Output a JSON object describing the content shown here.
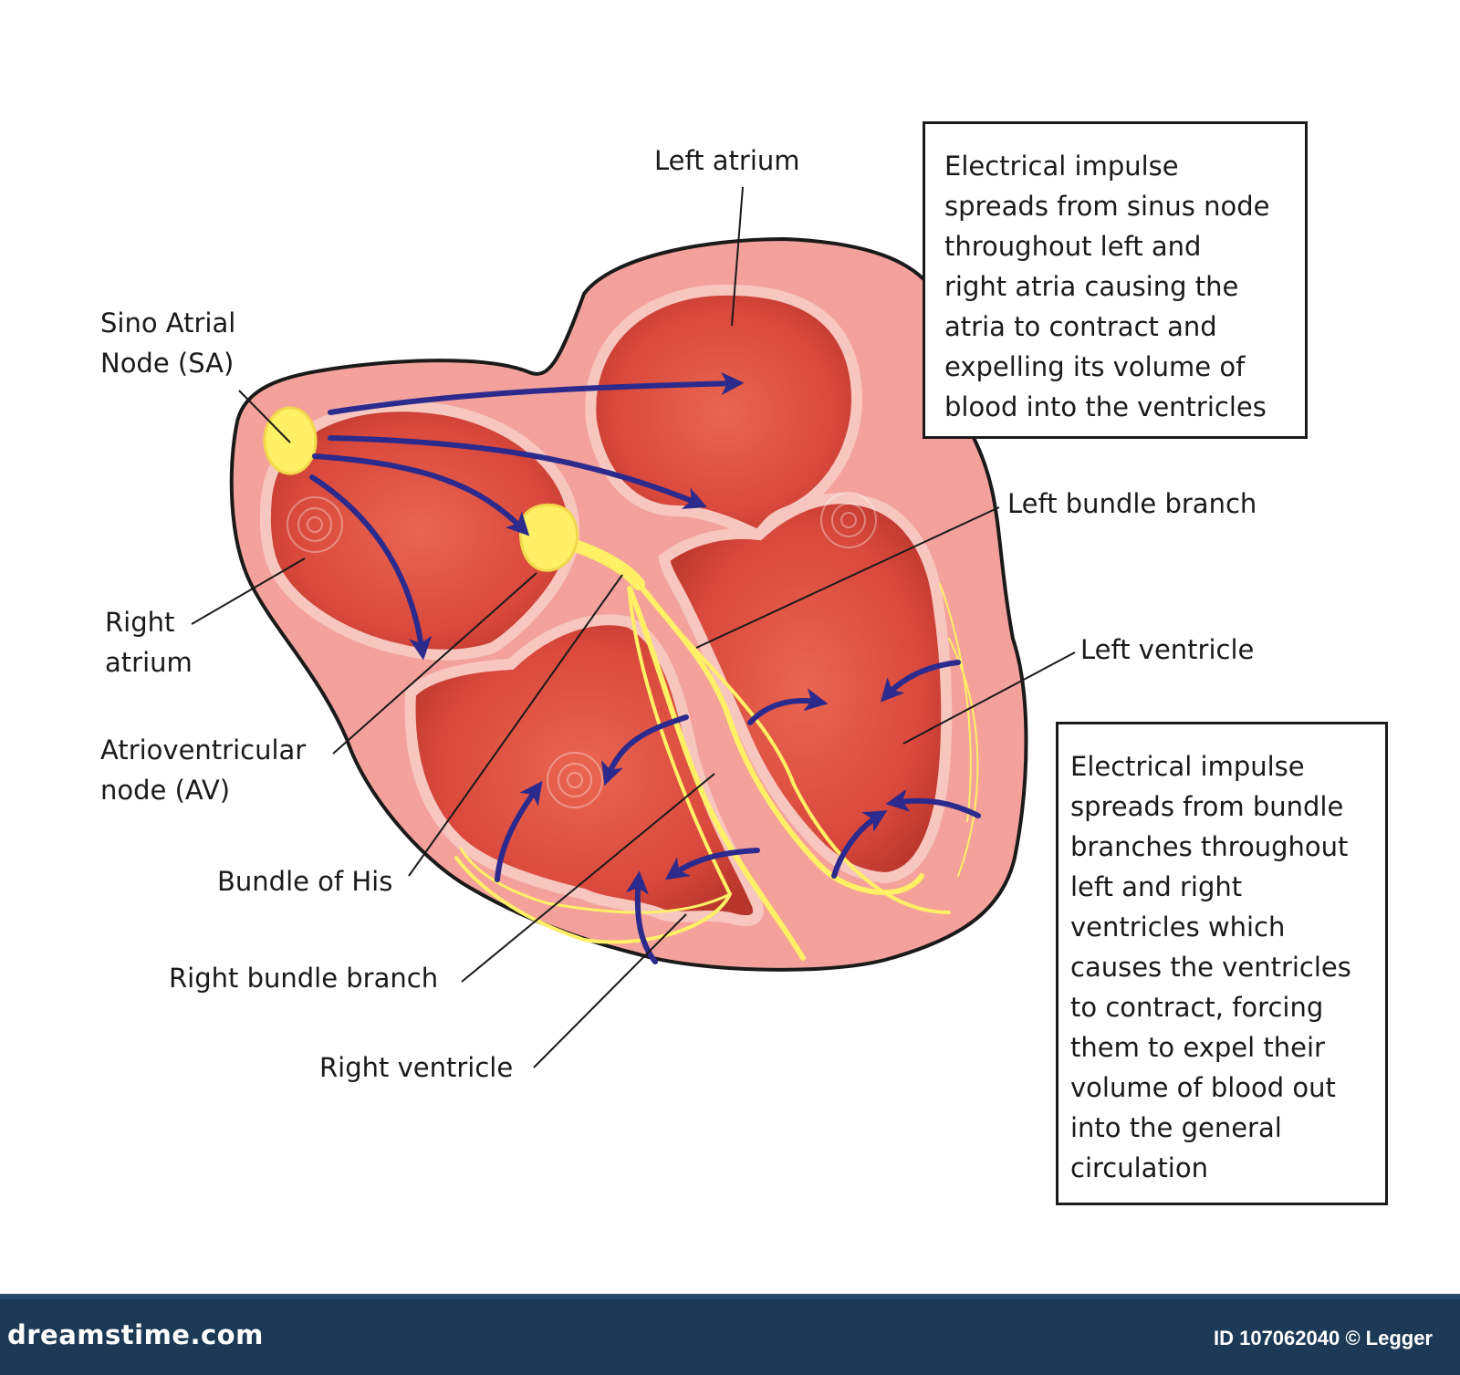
{
  "labels": {
    "left_atrium": "Left atrium",
    "sa_node": [
      "Sino Atrial",
      "Node (SA)"
    ],
    "right_atrium": [
      "Right",
      "atrium"
    ],
    "av_node": [
      "Atrioventricular",
      "node (AV)"
    ],
    "bundle_of_his": "Bundle of His",
    "right_bundle_branch": "Right bundle branch",
    "right_ventricle": "Right ventricle",
    "left_bundle_branch": "Left bundle branch",
    "left_ventricle": "Left ventricle"
  },
  "info_boxes": {
    "atria": [
      "Electrical impulse",
      "spreads from sinus node",
      "throughout left and",
      "right atria causing the",
      "atria to contract and",
      "expelling its volume of",
      "blood into the ventricles"
    ],
    "ventricles": [
      "Electrical impulse",
      "spreads from bundle",
      "branches throughout",
      "left and right",
      "ventricles which",
      "causes the ventricles",
      "to contract, forcing",
      "them to expel their",
      "volume of blood out",
      "into the general",
      "circulation"
    ]
  },
  "footer": {
    "brand": "dreamstime.com",
    "credit": "ID 107062040 © Legger"
  },
  "colors": {
    "heart_wall": "#f4a19b",
    "heart_outline": "#1a1a1a",
    "chamber_fill": "#d9483c",
    "chamber_rim": "#f6c6bf",
    "conduction": "#fff066",
    "arrow": "#2c2a8c",
    "footer_bg": "#1c3a56"
  }
}
